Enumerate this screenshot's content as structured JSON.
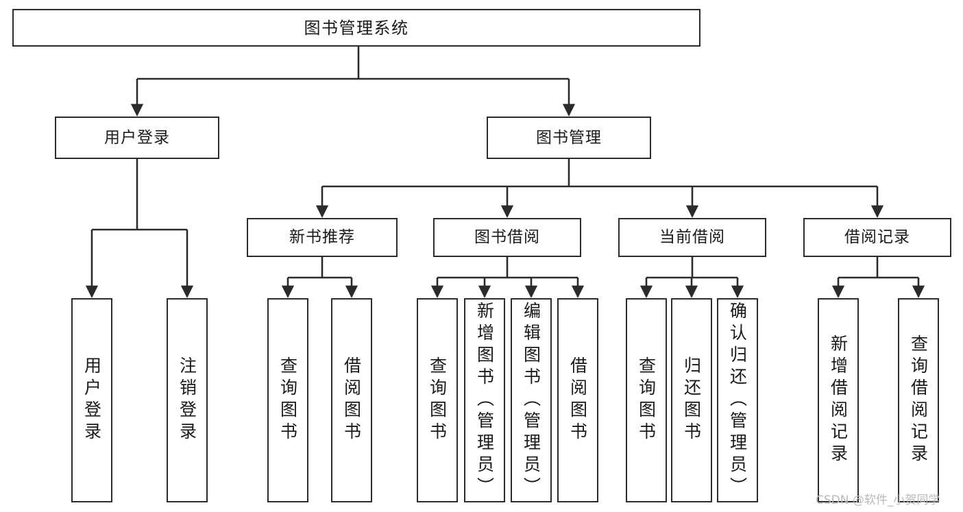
{
  "diagram": {
    "title": "图书管理系统",
    "type": "tree-hierarchy-chart",
    "background_color": "#ffffff",
    "stroke_color": "#2b2b2b",
    "text_color": "#1a1a1a"
  },
  "nodes": {
    "root": {
      "label": "图书管理系统"
    },
    "level2": [
      {
        "id": "user-login",
        "label": "用户登录"
      },
      {
        "id": "book-manage",
        "label": "图书管理"
      }
    ],
    "level3": [
      {
        "id": "new-book-recommend",
        "label": "新书推荐"
      },
      {
        "id": "book-borrow",
        "label": "图书借阅"
      },
      {
        "id": "current-borrow",
        "label": "当前借阅"
      },
      {
        "id": "borrow-record",
        "label": "借阅记录"
      }
    ],
    "leaves": {
      "user_login": [
        {
          "id": "leaf-user-login",
          "label": "用户登录"
        },
        {
          "id": "leaf-logout-login",
          "label": "注销登录"
        }
      ],
      "new_book_recommend": [
        {
          "id": "leaf-query-book-1",
          "label": "查询图书"
        },
        {
          "id": "leaf-borrow-book-1",
          "label": "借阅图书"
        }
      ],
      "book_borrow": [
        {
          "id": "leaf-query-book-2",
          "label": "查询图书"
        },
        {
          "id": "leaf-add-book",
          "label": "新增图书（管理员）"
        },
        {
          "id": "leaf-edit-book",
          "label": "编辑图书（管理员）"
        },
        {
          "id": "leaf-borrow-book-2",
          "label": "借阅图书"
        }
      ],
      "current_borrow": [
        {
          "id": "leaf-query-book-3",
          "label": "查询图书"
        },
        {
          "id": "leaf-return-book",
          "label": "归还图书"
        },
        {
          "id": "leaf-confirm-return",
          "label": "确认归还（管理员）"
        }
      ],
      "borrow_record": [
        {
          "id": "leaf-add-record",
          "label": "新增借阅记录"
        },
        {
          "id": "leaf-query-record",
          "label": "查询借阅记录"
        }
      ]
    }
  },
  "watermark": {
    "text": "CSDN @软件_小贺同学"
  }
}
